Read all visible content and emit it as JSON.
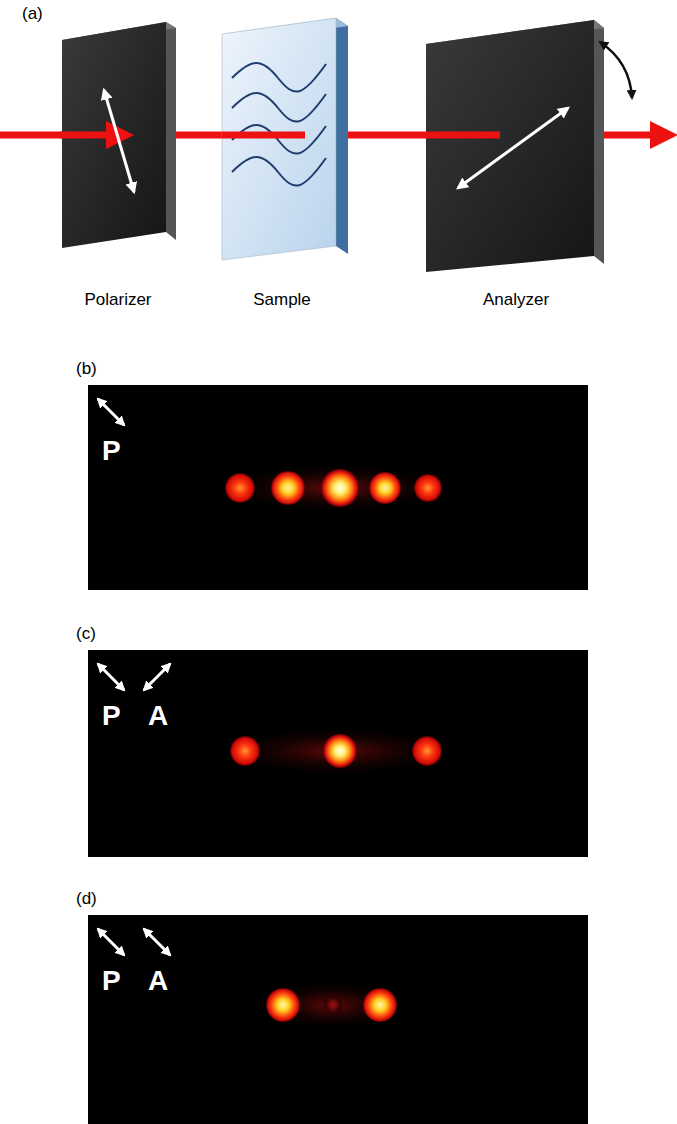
{
  "diagram": {
    "nodes": [
      {
        "text": [
          "(b)",
          "P"
        ]
      },
      {
        "text": [
          "(c)",
          "P",
          "A"
        ]
      },
      {
        "text": [
          "(d)",
          "P",
          "A"
        ]
      }
    ],
    "labels": [
      "(a)",
      "Polarizer",
      "Sample",
      "Analyzer"
    ]
  }
}
